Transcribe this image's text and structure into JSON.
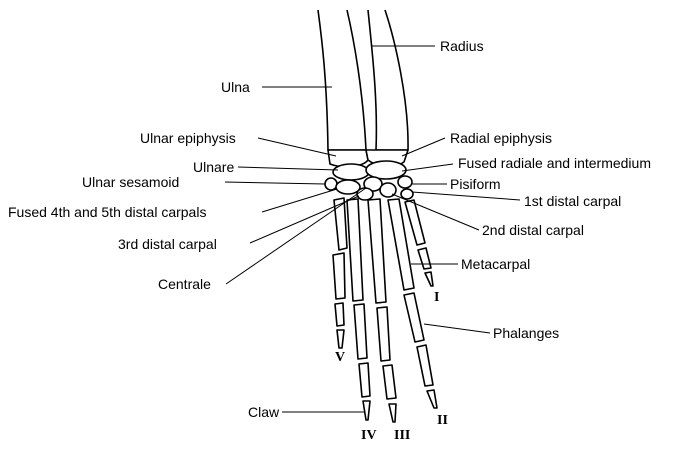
{
  "labels": {
    "radius": "Radius",
    "ulna": "Ulna",
    "ulnar_epiphysis": "Ulnar epiphysis",
    "radial_epiphysis": "Radial epiphysis",
    "ulnare": "Ulnare",
    "fused_radiale_intermedium": "Fused radiale and intermedium",
    "ulnar_sesamoid": "Ulnar sesamoid",
    "pisiform": "Pisiform",
    "first_distal_carpal": "1st distal carpal",
    "fused_4th_5th": "Fused 4th and 5th distal carpals",
    "second_distal_carpal": "2nd distal carpal",
    "third_distal_carpal": "3rd distal carpal",
    "metacarpal": "Metacarpal",
    "centrale": "Centrale",
    "phalanges": "Phalanges",
    "claw": "Claw"
  },
  "digits": {
    "I": "I",
    "II": "II",
    "III": "III",
    "IV": "IV",
    "V": "V"
  }
}
